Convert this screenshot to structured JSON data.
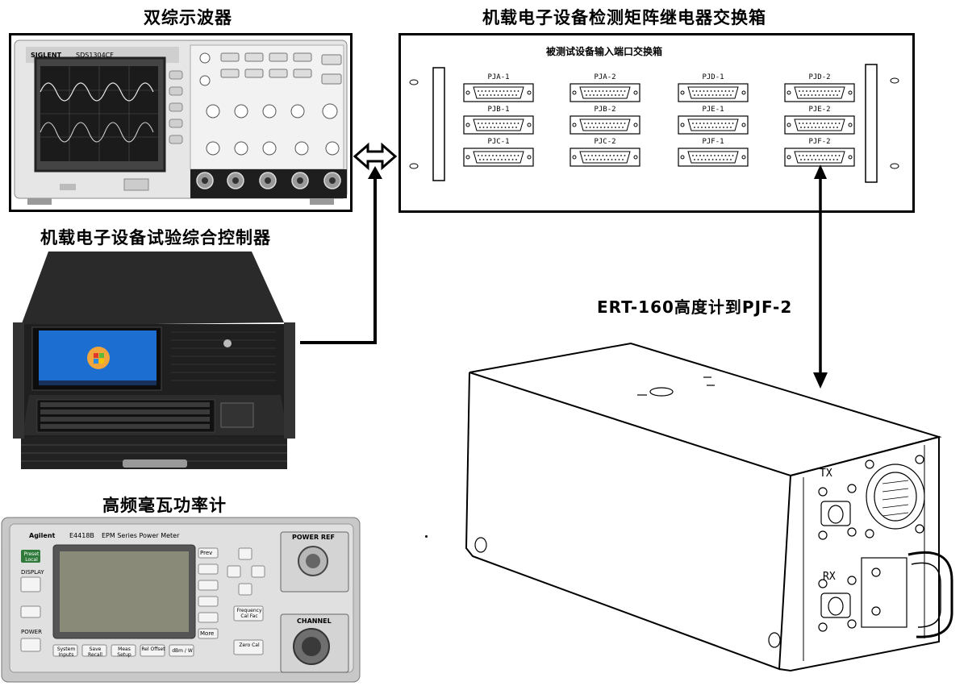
{
  "oscilloscope": {
    "title": "双综示波器",
    "brand": "SIGLENT",
    "model": "SDS1304CF"
  },
  "controller": {
    "title": "机载电子设备试验综合控制器"
  },
  "power_meter": {
    "title": "高频毫瓦功率计",
    "brand": "Agilent",
    "model": "E4418B",
    "series": "EPM Series Power Meter",
    "channel_label": "CHANNEL",
    "power_ref_label": "POWER REF",
    "buttons": {
      "preset": "Preset Local",
      "display": "DISPLAY",
      "power": "POWER",
      "system": "System Inputs",
      "save": "Save Recall",
      "meas": "Meas Setup",
      "rel": "Rel Offset",
      "dbm": "dBm / W",
      "prev": "Prev",
      "more": "More",
      "freq": "Frequency Cal Fac",
      "zero": "Zero Cal"
    }
  },
  "switch_box": {
    "title": "机载电子设备检测矩阵继电器交换箱",
    "subtitle": "被测试设备输入端口交换箱",
    "connectors": [
      [
        "PJA-1",
        "PJA-2",
        "PJD-1",
        "PJD-2"
      ],
      [
        "PJB-1",
        "PJB-2",
        "PJE-1",
        "PJE-2"
      ],
      [
        "PJC-1",
        "PJC-2",
        "PJF-1",
        "PJF-2"
      ]
    ]
  },
  "altimeter": {
    "connection_label": "ERT-160高度计到PJF-2",
    "tx_label": "TX",
    "rx_label": "RX"
  }
}
